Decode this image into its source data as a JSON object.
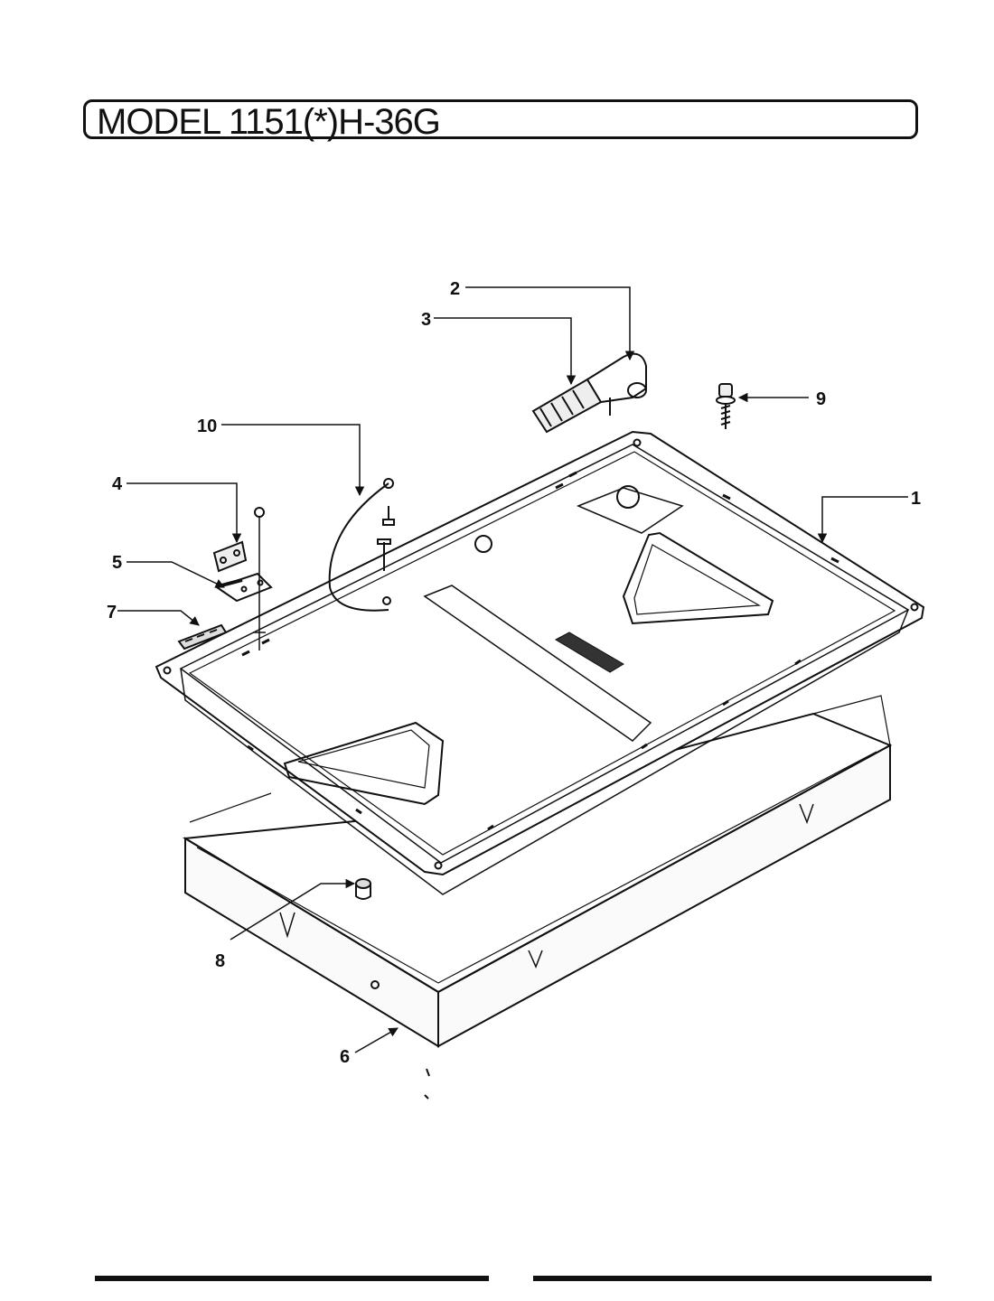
{
  "header": {
    "title": "MODEL 1151(*)H-36G"
  },
  "callouts": [
    {
      "id": "1",
      "label": "1"
    },
    {
      "id": "2",
      "label": "2"
    },
    {
      "id": "3",
      "label": "3"
    },
    {
      "id": "4",
      "label": "4"
    },
    {
      "id": "5",
      "label": "5"
    },
    {
      "id": "6",
      "label": "6"
    },
    {
      "id": "7",
      "label": "7"
    },
    {
      "id": "8",
      "label": "8"
    },
    {
      "id": "9",
      "label": "9"
    },
    {
      "id": "10",
      "label": "10"
    }
  ]
}
